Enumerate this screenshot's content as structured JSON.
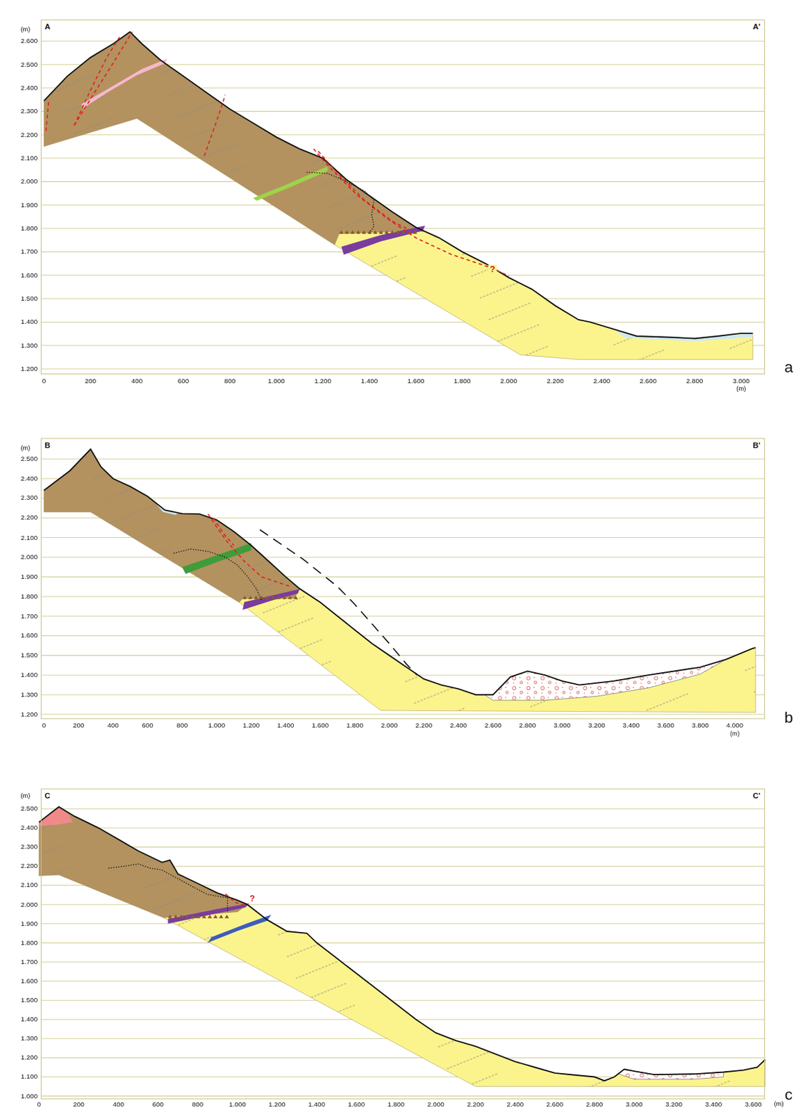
{
  "diagram": {
    "labels": [
      "A",
      "A'",
      "(m)",
      "2.600",
      "2.500",
      "2.400",
      "2.300",
      "2.200",
      "2.100",
      "2.000",
      "1.900",
      "1.800",
      "1.700",
      "1.600",
      "1.500",
      "1.400",
      "1.300",
      "1.200",
      "0",
      "200",
      "400",
      "600",
      "800",
      "1.000",
      "1.200",
      "1.400",
      "1.600",
      "1.800",
      "2.000",
      "2.200",
      "2.400",
      "2.600",
      "2.800",
      "3.000",
      "(m)",
      "?",
      "a",
      "B",
      "B'",
      "(m)",
      "2.500",
      "2.400",
      "2.300",
      "2.200",
      "2.100",
      "2.000",
      "1.900",
      "1.800",
      "1.700",
      "1.600",
      "1.500",
      "1.400",
      "1.300",
      "1.200",
      "0",
      "200",
      "400",
      "600",
      "800",
      "1.000",
      "1.200",
      "1.400",
      "1.600",
      "1.800",
      "2.000",
      "2.200",
      "2.400",
      "2.600",
      "2.800",
      "3.000",
      "3.200",
      "3.400",
      "3.600",
      "3.800",
      "4.000",
      "(m)",
      "b",
      "C",
      "C'",
      "(m)",
      "2.500",
      "2.400",
      "2.300",
      "2.200",
      "2.100",
      "2.000",
      "1.900",
      "1.800",
      "1.700",
      "1.600",
      "1.500",
      "1.400",
      "1.300",
      "1.200",
      "1.100",
      "1.000",
      "0",
      "200",
      "400",
      "600",
      "800",
      "1.000",
      "1.200",
      "1.400",
      "1.600",
      "1.800",
      "2.000",
      "2.200",
      "2.400",
      "2.600",
      "2.800",
      "3.000",
      "3.200",
      "3.400",
      "3.600",
      "(m)",
      "?",
      "c"
    ]
  }
}
